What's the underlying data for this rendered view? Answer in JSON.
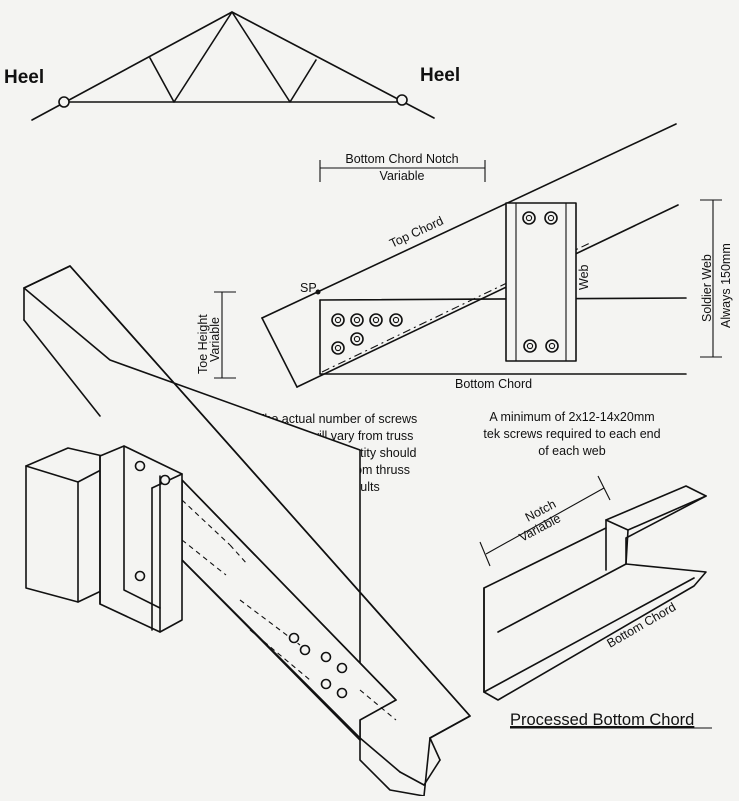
{
  "truss": {
    "heel_left": "Heel",
    "heel_right": "Heel"
  },
  "detail": {
    "notch_label": "Bottom Chord Notch",
    "notch_variable": "Variable",
    "top_chord": "Top Chord",
    "sp": "SP",
    "web": "Web",
    "bottom_chord": "Bottom Chord",
    "toe_height": "Toe Height",
    "toe_variable": "Variable",
    "soldier_web": "Soldier Web",
    "soldier_always": "Always 150mm"
  },
  "notes": {
    "screws_note": [
      "The actual number of screws",
      "required will vary from truss",
      "to truss. This quantity should",
      "be determined from thruss",
      "analysis results"
    ],
    "tek_note": [
      "A minimum of 2x12-14x20mm",
      "tek screws required to each end",
      "of each web"
    ]
  },
  "processed": {
    "notch_label": "Notch",
    "notch_variable": "Variable",
    "bottom_chord": "Bottom Chord",
    "title": "Processed Bottom Chord"
  }
}
